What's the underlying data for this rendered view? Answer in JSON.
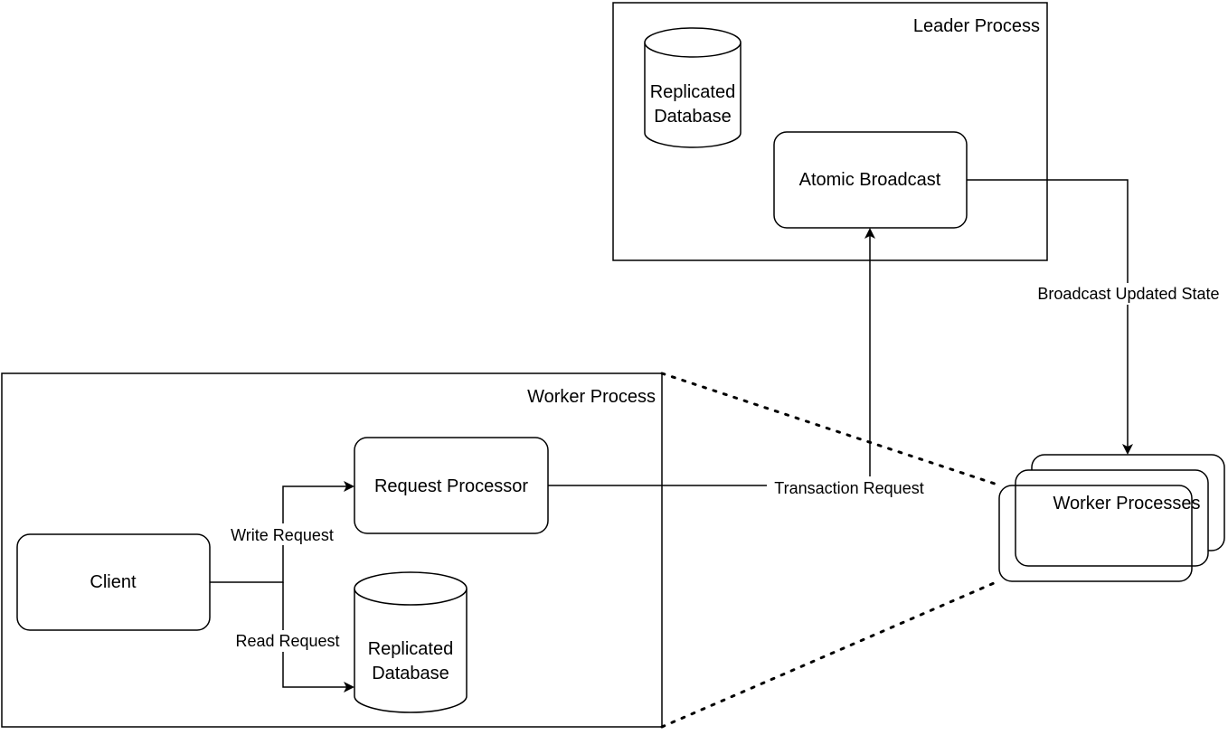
{
  "leader": {
    "title": "Leader Process",
    "database": [
      "Replicated",
      "Database"
    ],
    "broadcast": "Atomic Broadcast"
  },
  "worker": {
    "title": "Worker Process",
    "request_processor": "Request Processor",
    "client": "Client",
    "database": [
      "Replicated",
      "Database"
    ]
  },
  "workers_stack": {
    "label": "Worker Processes"
  },
  "edges": {
    "write_request": "Write Request",
    "read_request": "Read Request",
    "transaction_request": "Transaction Request",
    "broadcast_updated_state": "Broadcast Updated State"
  }
}
